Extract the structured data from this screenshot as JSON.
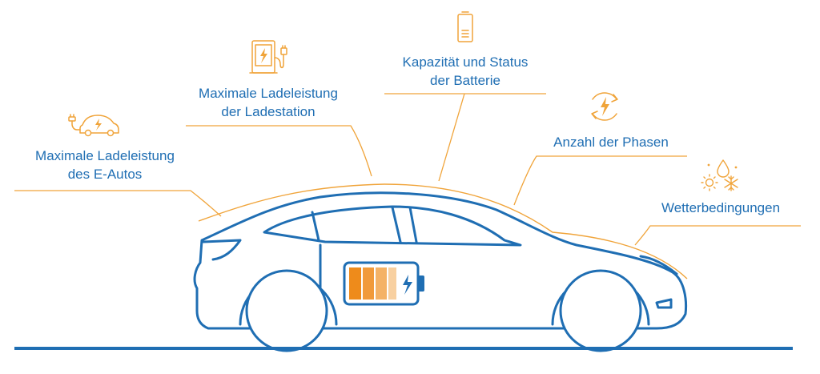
{
  "colors": {
    "blue": "#1f6eb3",
    "orange": "#f0a43a",
    "orange_light": "#f7c98a",
    "ground": "#1f6eb3",
    "battery_cells": [
      "#ee8b1b",
      "#f19a3a",
      "#f4b266",
      "#f8d0a0"
    ]
  },
  "labels": {
    "car_power": {
      "line1": "Maximale Ladeleistung",
      "line2": "des E-Autos",
      "icon": "ev-car-plug-icon"
    },
    "station_power": {
      "line1": "Maximale Ladeleistung",
      "line2": "der Ladestation",
      "icon": "charging-station-icon"
    },
    "battery": {
      "line1": "Kapazität und Status",
      "line2": "der Batterie",
      "icon": "battery-icon"
    },
    "phases": {
      "line1": "Anzahl der Phasen",
      "icon": "phase-cycle-icon"
    },
    "weather": {
      "line1": "Wetterbedingungen",
      "icon": "weather-icons"
    }
  }
}
